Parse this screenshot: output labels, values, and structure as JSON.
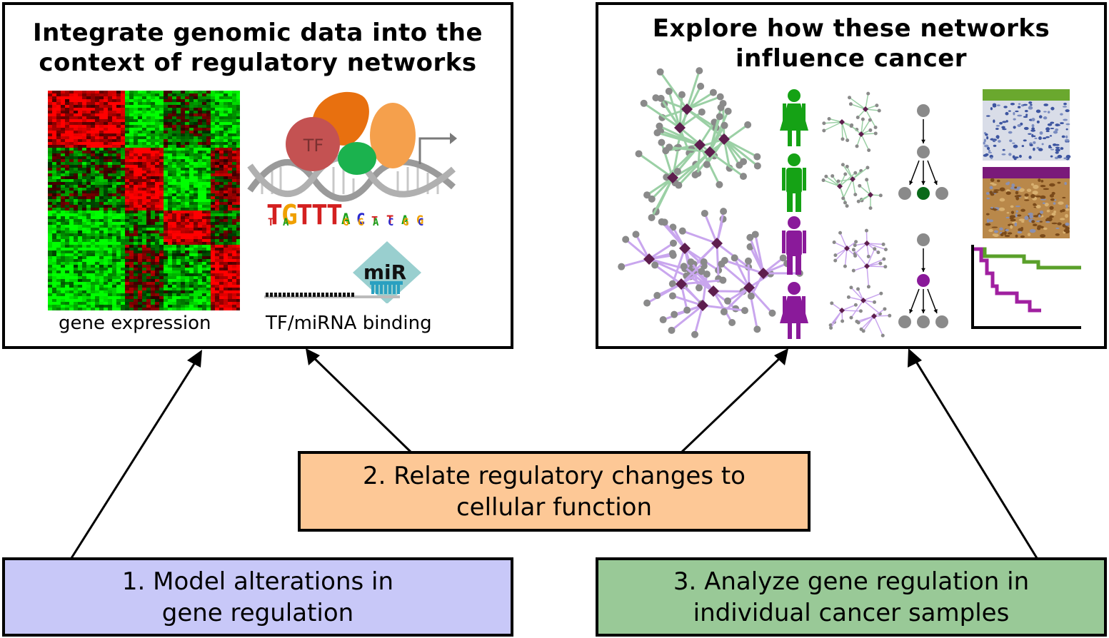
{
  "panels": {
    "left": {
      "title_line1": "Integrate genomic data into the",
      "title_line2": "context of regulatory networks",
      "caption_expression": "gene expression",
      "caption_binding": "TF/miRNA binding",
      "tf_label": "TF",
      "mir_label": "miR",
      "motif_letters": [
        "T",
        "G",
        "T",
        "T",
        "T",
        "A",
        "C",
        "T",
        "T",
        "A",
        "G"
      ]
    },
    "right": {
      "title_line1": "Explore how these networks",
      "title_line2": "influence cancer"
    }
  },
  "steps": {
    "step1_line1": "1. Model alterations in",
    "step1_line2": "gene regulation",
    "step2_line1": "2. Relate regulatory changes to",
    "step2_line2": "cellular function",
    "step3_line1": "3. Analyze gene regulation in",
    "step3_line2": "individual cancer samples"
  },
  "colors": {
    "step1_fill": "#c8c8f8",
    "step2_fill": "#fdc896",
    "step3_fill": "#99c997",
    "green_network": "#8fc89a",
    "purple_network": "#c9a0ec",
    "regulator_node": "#5e1e4e",
    "gene_node": "#8a8a8a",
    "green_person": "#15a215",
    "purple_person": "#8a1a9a",
    "green_survival": "#5aa02a",
    "purple_survival": "#a020a0"
  }
}
